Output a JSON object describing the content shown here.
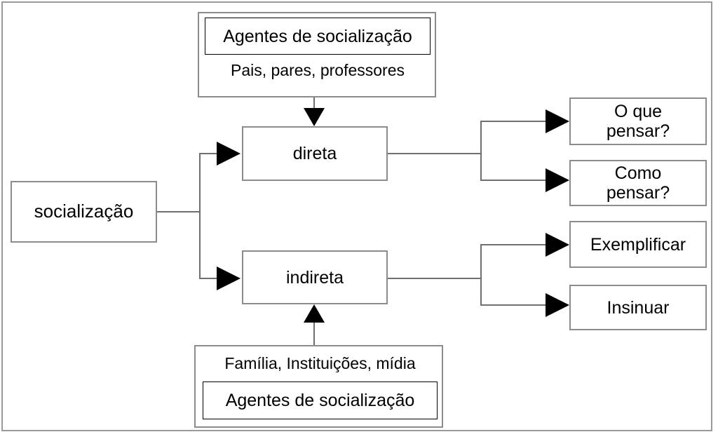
{
  "diagram": {
    "title": "socializacao-flowchart",
    "colors": {
      "frame_border": "#9a9a9a",
      "node_border": "#8c8c8c",
      "inner_border": "#000000",
      "connector": "#6f6f6f",
      "arrow_fill": "#000000",
      "background": "#ffffff",
      "text": "#000000"
    },
    "root": {
      "label": "socialização"
    },
    "branches": [
      {
        "id": "direta",
        "label": "direta"
      },
      {
        "id": "indireta",
        "label": "indireta"
      }
    ],
    "agents_top": {
      "heading": "Agentes de socialização",
      "detail": "Pais, pares, professores"
    },
    "agents_bottom": {
      "detail": "Família, Instituições, mídia",
      "heading": "Agentes de socialização"
    },
    "outcomes_direta": [
      {
        "line1": "O que",
        "line2": "pensar?"
      },
      {
        "line1": "Como",
        "line2": "pensar?"
      }
    ],
    "outcomes_indireta": [
      {
        "line1": "Exemplificar",
        "line2": ""
      },
      {
        "line1": "Insinuar",
        "line2": ""
      }
    ]
  }
}
